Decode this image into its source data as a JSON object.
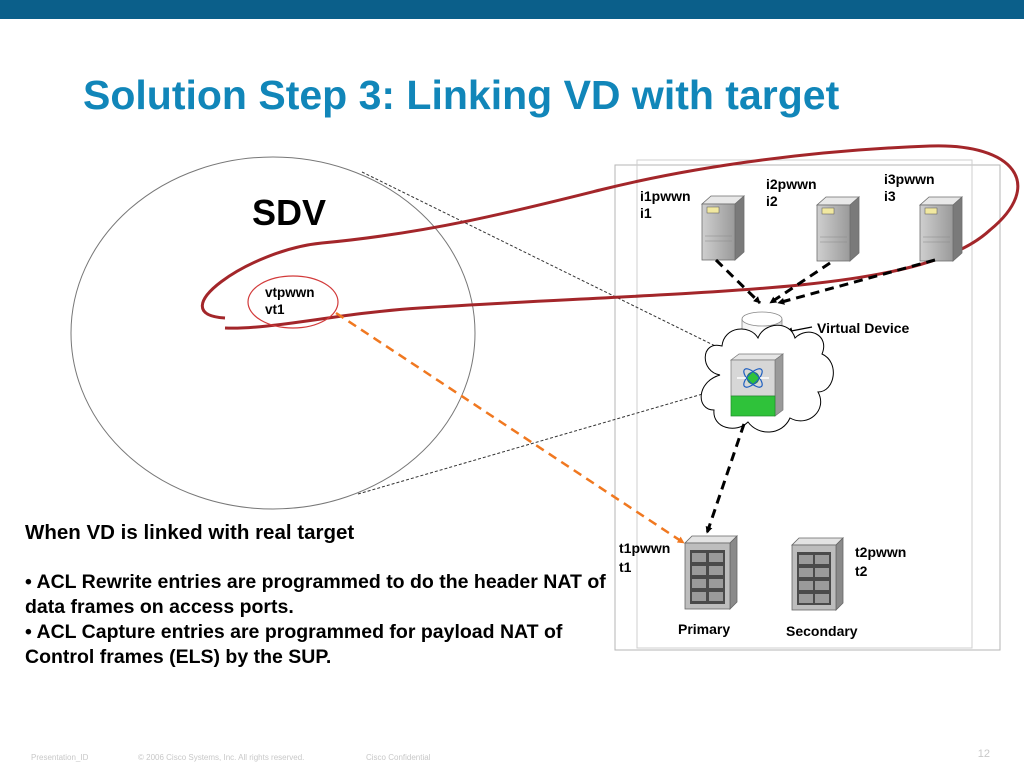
{
  "slide": {
    "title": "Solution Step 3: Linking VD with target"
  },
  "sdv": {
    "label": "SDV",
    "vt_name": "vtpwwn",
    "vt_id": "vt1"
  },
  "initiators": [
    {
      "name": "i1pwwn",
      "id": "i1"
    },
    {
      "name": "i2pwwn",
      "id": "i2"
    },
    {
      "name": "i3pwwn",
      "id": "i3"
    }
  ],
  "virtual_device": {
    "label": "Virtual Device"
  },
  "targets": [
    {
      "name": "t1pwwn",
      "id": "t1",
      "role": "Primary"
    },
    {
      "name": "t2pwwn",
      "id": "t2",
      "role": "Secondary"
    }
  ],
  "body": {
    "heading": "When VD is linked with real target",
    "bullet1": "• ACL Rewrite entries are programmed to do the header NAT of data frames on access ports.",
    "bullet2": "• ACL Capture entries are programmed for payload NAT of Control frames (ELS) by the SUP."
  },
  "footer": {
    "presentation_id": "Presentation_ID",
    "copyright": "© 2006 Cisco Systems, Inc. All rights reserved.",
    "confidential": "Cisco Confidential",
    "page_number": "12"
  },
  "colors": {
    "brand_bar": "#0b5f8a",
    "title": "#1186b9",
    "loop": "#a3262a",
    "link_arrow": "#f07820",
    "switch_green": "#2fc23a"
  }
}
